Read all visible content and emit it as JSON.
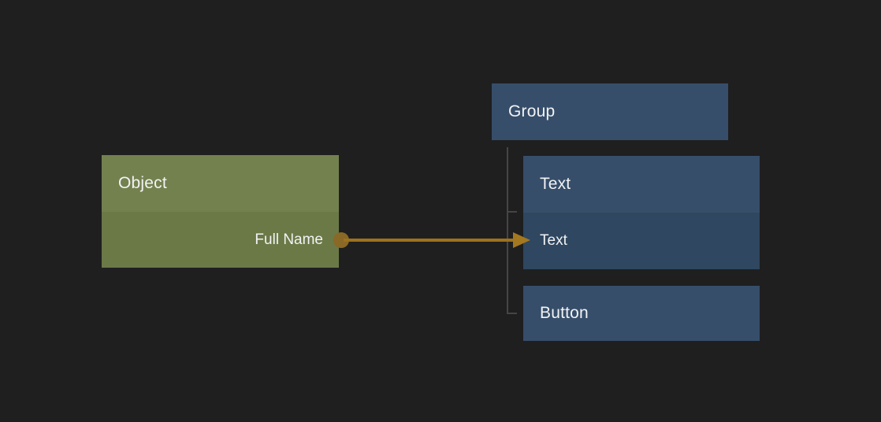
{
  "colors": {
    "background": "#1f1f20",
    "object_header": "#73814f",
    "object_body": "#6b7947",
    "ui_header": "#364e6a",
    "ui_body": "#2f4760",
    "tree_line": "#454545",
    "connector_line": "#9c721e",
    "connector_dot": "#8a6825",
    "connector_arrowhead": "#a3781f",
    "label_text": "#f2f3f4"
  },
  "nodes": {
    "object": {
      "title": "Object",
      "field": "Full Name"
    },
    "group": {
      "title": "Group"
    },
    "text": {
      "title": "Text",
      "field": "Text"
    },
    "button": {
      "title": "Button"
    }
  },
  "connection": {
    "from": "Full Name",
    "to": "Text"
  }
}
